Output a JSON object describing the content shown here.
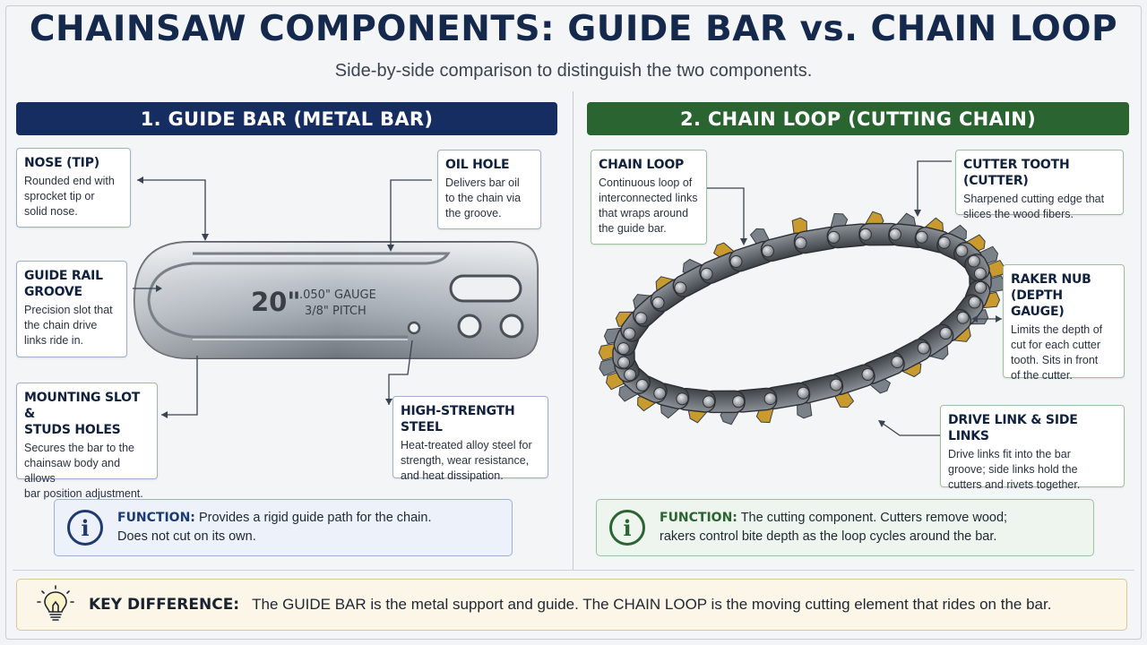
{
  "title": "CHAINSAW COMPONENTS: GUIDE BAR vs. CHAIN LOOP",
  "subtitle": "Side-by-side comparison to distinguish the two components.",
  "left_panel": {
    "header": "1. GUIDE BAR (METAL BAR)",
    "bar_markings": {
      "size": "20\"",
      "gauge": ".050\" GAUGE",
      "pitch": "3/8\" PITCH"
    },
    "callouts": {
      "nose": {
        "title": "NOSE (TIP)",
        "lines": [
          "Rounded end with",
          "sprocket tip or",
          "solid nose."
        ]
      },
      "rail": {
        "title_lines": [
          "GUIDE RAIL",
          "GROOVE"
        ],
        "lines": [
          "Precision slot that",
          "the chain drive",
          "links ride in."
        ]
      },
      "mount": {
        "title_lines": [
          "MOUNTING SLOT &",
          "STUDS HOLES"
        ],
        "lines": [
          "Secures the bar to the",
          "chainsaw body and allows",
          "bar position adjustment."
        ]
      },
      "oil": {
        "title": "OIL HOLE",
        "lines": [
          "Delivers bar oil",
          "to the chain via",
          "the groove."
        ]
      },
      "steel": {
        "title": "HIGH-STRENGTH STEEL",
        "lines": [
          "Heat-treated alloy steel for",
          "strength, wear resistance,",
          "and heat dissipation."
        ]
      }
    },
    "function": {
      "label": "FUNCTION:",
      "line1": "Provides a rigid guide path for the chain.",
      "line2": "Does not cut on its own."
    }
  },
  "right_panel": {
    "header": "2. CHAIN LOOP (CUTTING CHAIN)",
    "callouts": {
      "loop": {
        "title": "CHAIN LOOP",
        "lines": [
          "Continuous loop of",
          "interconnected links",
          "that wraps around",
          "the guide bar."
        ]
      },
      "cutter": {
        "title": "CUTTER TOOTH (CUTTER)",
        "lines": [
          "Sharpened cutting edge that",
          "slices the wood fibers."
        ]
      },
      "raker": {
        "title_lines": [
          "RAKER NUB",
          "(DEPTH GAUGE)"
        ],
        "lines": [
          "Limits the depth of",
          "cut for each cutter",
          "tooth. Sits in front",
          "of the cutter."
        ]
      },
      "drive": {
        "title": "DRIVE LINK & SIDE LINKS",
        "lines": [
          "Drive links fit into the bar",
          "groove; side links hold the",
          "cutters and rivets together."
        ]
      }
    },
    "function": {
      "label": "FUNCTION:",
      "line1": "The cutting component. Cutters remove wood;",
      "line2": "rakers control bite depth as the loop cycles around the bar."
    }
  },
  "key_difference": {
    "label": "KEY DIFFERENCE:",
    "text": "The GUIDE BAR is the metal support and guide. The CHAIN LOOP is the moving cutting element that rides on the bar."
  },
  "icons": {
    "info": "info-icon",
    "bulb": "lightbulb-icon"
  },
  "colors": {
    "left_accent": "#152d61",
    "right_accent": "#2a6430",
    "title": "#15294d",
    "gold": "#c99a2e"
  }
}
